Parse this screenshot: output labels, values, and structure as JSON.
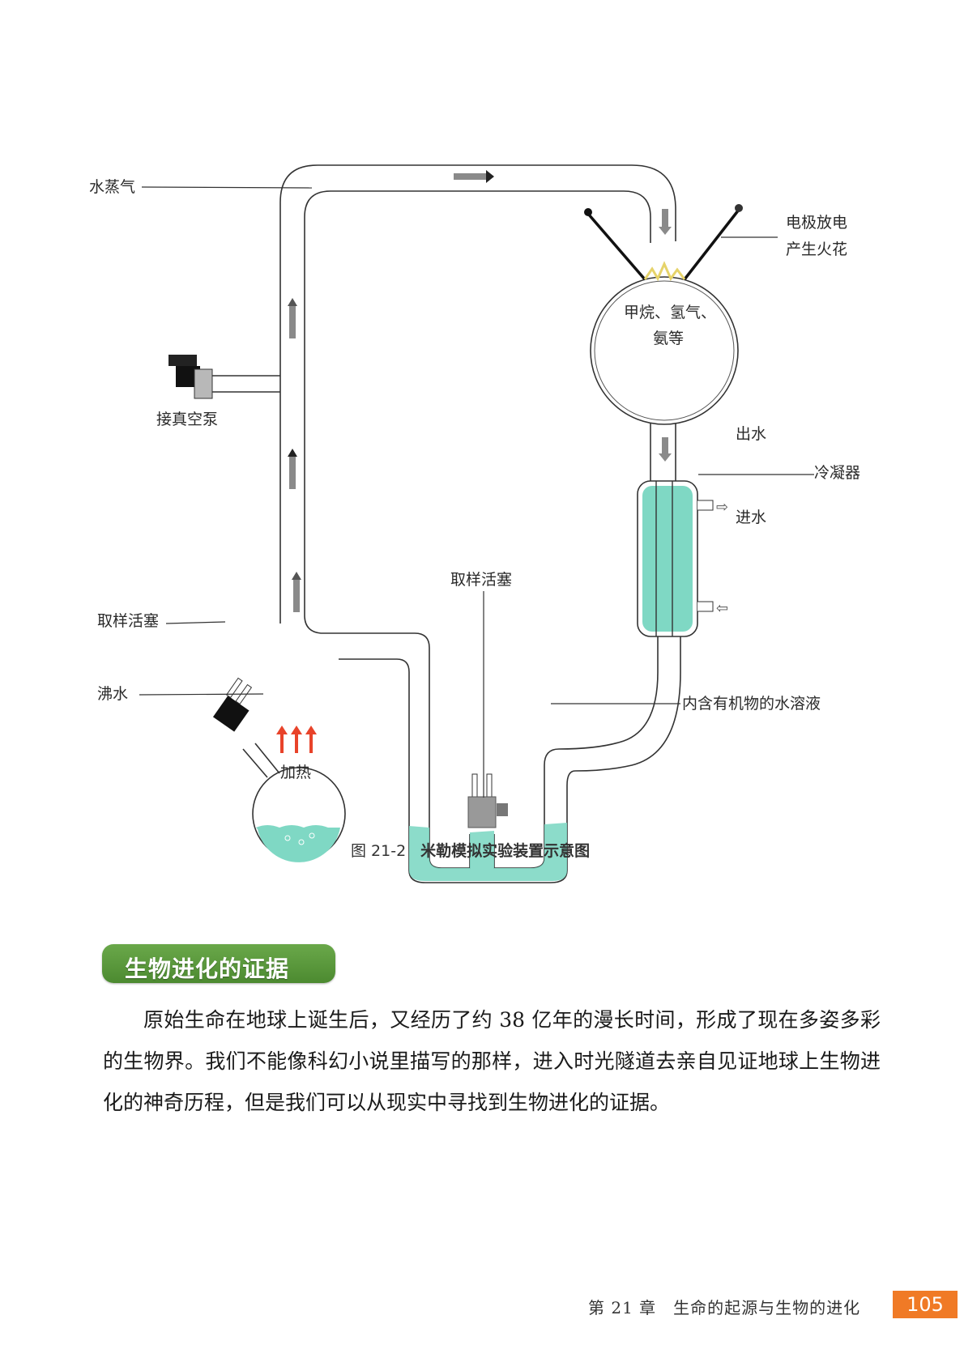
{
  "figure": {
    "labels": {
      "water_vapor": "水蒸气",
      "electrode_spark_line1": "电极放电",
      "electrode_spark_line2": "产生火花",
      "gases_line1": "甲烷、氢气、",
      "gases_line2": "氨等",
      "vacuum_pump": "接真空泵",
      "water_out": "出水",
      "condenser": "冷凝器",
      "water_in": "进水",
      "sampling_stopcock_center": "取样活塞",
      "sampling_stopcock_left": "取样活塞",
      "boiling_water": "沸水",
      "organic_solution": "内含有机物的水溶液",
      "heating": "加热"
    },
    "caption": {
      "number": "图 21-2",
      "title": "米勒模拟实验装置示意图"
    },
    "colors": {
      "water": "#7fd8c4",
      "heat_arrow": "#e8432a",
      "flow_arrow": "#8a8a8a",
      "spark": "#e6d36a"
    }
  },
  "section": {
    "heading": "生物进化的证据",
    "heading_color": "#5a9a3a",
    "paragraph": "原始生命在地球上诞生后，又经历了约 38 亿年的漫长时间，形成了现在多姿多彩的生物界。我们不能像科幻小说里描写的那样，进入时光隧道去亲自见证地球上生物进化的神奇历程，但是我们可以从现实中寻找到生物进化的证据。"
  },
  "footer": {
    "chapter": "第 21 章　生命的起源与生物的进化",
    "page_number": "105",
    "page_number_color": "#f07a26"
  }
}
